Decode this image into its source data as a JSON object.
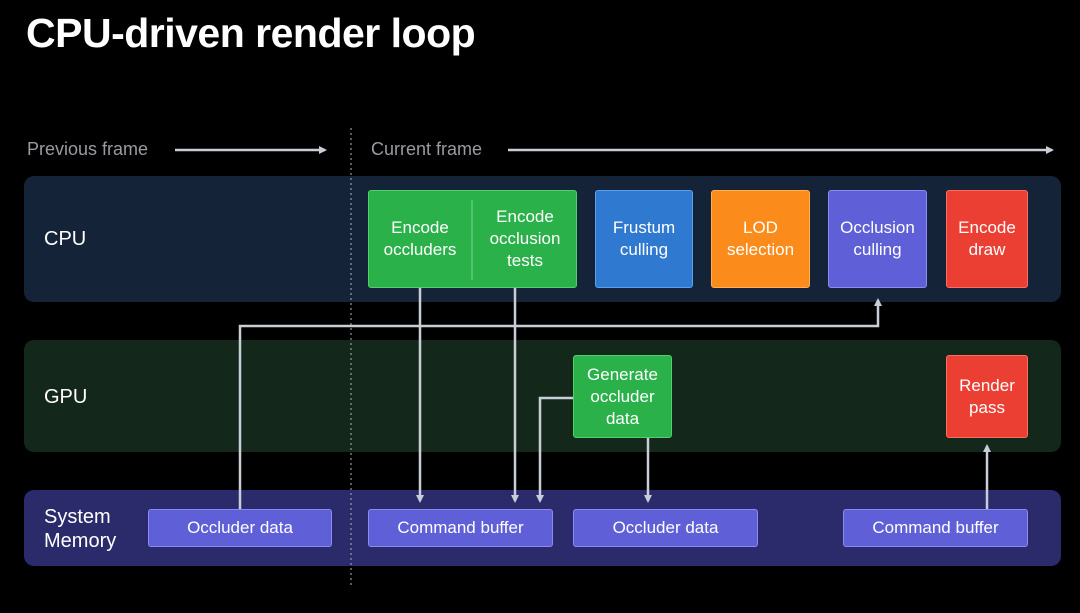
{
  "title": "CPU-driven render loop",
  "frames": {
    "previous": "Previous frame",
    "current": "Current frame"
  },
  "lanes": {
    "cpu": "CPU",
    "gpu": "GPU",
    "memory_line1": "System",
    "memory_line2": "Memory"
  },
  "cpu_boxes": {
    "encode_occluders": {
      "line1": "Encode",
      "line2": "occluders"
    },
    "encode_occlusion_tests": {
      "line1": "Encode",
      "line2": "occlusion",
      "line3": "tests"
    },
    "frustum_culling": {
      "line1": "Frustum",
      "line2": "culling"
    },
    "lod_selection": {
      "line1": "LOD",
      "line2": "selection"
    },
    "occlusion_culling": {
      "line1": "Occlusion",
      "line2": "culling"
    },
    "encode_draw": {
      "line1": "Encode",
      "line2": "draw"
    }
  },
  "gpu_boxes": {
    "generate_occluder_data": {
      "line1": "Generate",
      "line2": "occluder",
      "line3": "data"
    },
    "render_pass": {
      "line1": "Render",
      "line2": "pass"
    }
  },
  "memory_boxes": {
    "occluder_data_prev": "Occluder data",
    "command_buffer_1": "Command buffer",
    "occluder_data_curr": "Occluder data",
    "command_buffer_2": "Command buffer"
  },
  "colors": {
    "green": "#2bb14a",
    "blue": "#2f79d0",
    "orange": "#fb8c1c",
    "purple": "#5f5fd8",
    "red": "#ec3f33",
    "arrow": "#c9cdd6"
  }
}
